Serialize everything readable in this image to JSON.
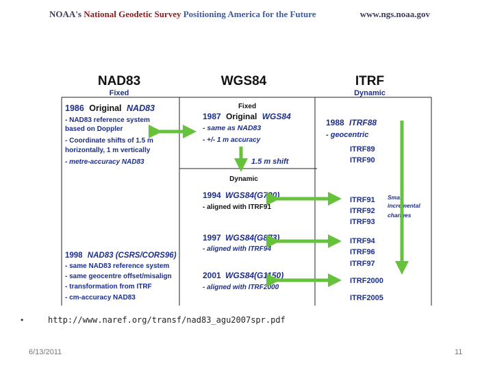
{
  "banner": {
    "noaa": "NOAA's",
    "ngs": "National Geodetic Survey",
    "tagline": "Positioning America for the Future",
    "url": "www.ngs.noaa.gov"
  },
  "figure": {
    "headers": {
      "nad83": "NAD83",
      "nad83_sub": "Fixed",
      "wgs84": "WGS84",
      "itrf": "ITRF",
      "itrf_sub": "Dynamic"
    },
    "nad83_1986": {
      "year": "1986",
      "title_a": "Original",
      "title_b": "NAD83",
      "lines": [
        "- NAD83 reference system",
        "based on Doppler",
        "- Coordinate shifts of 1.5 m",
        "horizontally, 1 m vertically",
        "- metre-accuracy NAD83"
      ]
    },
    "nad83_1998": {
      "year": "1998",
      "title": "NAD83 (CSRS/CORS96)",
      "lines": [
        "- same NAD83 reference system",
        "- same geocentre offset/misalign",
        "- transformation from ITRF",
        "- cm-accuracy NAD83"
      ]
    },
    "wgs_fixed_label": "Fixed",
    "wgs_1987": {
      "year": "1987",
      "title_a": "Original",
      "title_b": "WGS84",
      "lines": [
        "- same as NAD83",
        "- +/- 1 m accuracy"
      ]
    },
    "shift_label": "1.5 m shift",
    "wgs_dynamic_label": "Dynamic",
    "wgs_1994": {
      "year": "1994",
      "title": "WGS84(G730)",
      "line": "- aligned with ITRF91"
    },
    "wgs_1997": {
      "year": "1997",
      "title": "WGS84(G873)",
      "line": "- aligned with ITRF94"
    },
    "wgs_2001": {
      "year": "2001",
      "title": "WGS84(G1150)",
      "line": "- aligned with ITRF2000"
    },
    "itrf_1988": {
      "year": "1988",
      "title": "ITRF88",
      "line": "- geocentric"
    },
    "itrf_list_top": [
      "ITRF89",
      "ITRF90"
    ],
    "itrf_list_a": [
      "ITRF91",
      "ITRF92",
      "ITRF93"
    ],
    "itrf_list_b": [
      "ITRF94",
      "ITRF96",
      "ITRF97"
    ],
    "itrf_list_c": [
      "ITRF2000",
      "ITRF2005"
    ],
    "increment_note": [
      "Small",
      "incremental",
      "changes"
    ],
    "colors": {
      "arrow": "#66c23a",
      "text_blue": "#1c2e8a"
    }
  },
  "footer": {
    "bullet": "•",
    "link": "http://www.naref.org/transf/nad83_agu2007spr.pdf",
    "date": "6/13/2011",
    "page": "11"
  }
}
